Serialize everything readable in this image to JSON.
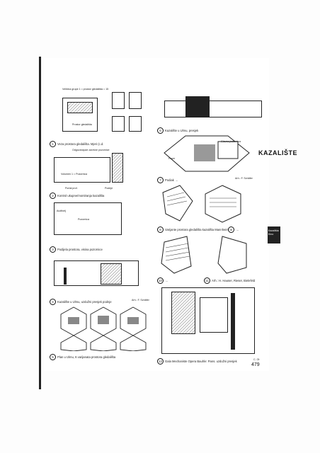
{
  "header": {
    "title": "KAZALIŠTE"
  },
  "side_tab": {
    "line1": "Kazališta",
    "line2": "Kino"
  },
  "page_number": "479",
  "figures": [
    {
      "n": "1",
      "caption": "Veza prostora gledališta. Mjeri (c.d."
    },
    {
      "n": "2",
      "caption": "Kontrol ukupne/montiranja kazališta"
    },
    {
      "n": "3",
      "caption": "Podijela prostora, visina pozornice"
    },
    {
      "n": "4",
      "caption": "Kazalište u Ulmu, uzdužni presjek podnje",
      "credit": "Arh.: F. Schäfer"
    },
    {
      "n": "5",
      "caption": "Plan u Ulmu, 6 varijanata prostora gledališta"
    },
    {
      "n": "6",
      "caption": "Kazalište u Ulmu, presjek"
    },
    {
      "n": "7",
      "caption": "Podiak →",
      "credit": "Arh.: F. Schäfer"
    },
    {
      "n": "8",
      "caption": "Varijante prostora gledališta kazališta Mannheim",
      "suffix": "→"
    },
    {
      "n": "9",
      "caption": "→",
      "credit": ""
    },
    {
      "n": "10",
      "caption": "→"
    },
    {
      "n": "11",
      "caption": "Arh.: H. Hauser, Rieser, Bielefeld"
    },
    {
      "n": "12",
      "caption": "Gala Mechaniste Opera Bauhle: Pans. uzdužni presjek"
    }
  ],
  "labels": {
    "vel": "Veličina grupe 1 = prostor gledališta = 15",
    "gledaliste": "Prostor gledališta",
    "wall": "Odgovarajuće završne pozornice",
    "podij": "Pozornica",
    "voluminous": "Volumen 1 = Pozornica",
    "portal": "Portal prof.",
    "podnj": "Podnje",
    "aud": "Auditorij",
    "pozornica": "Pozornica",
    "foyer": "Foyer",
    "stage_a": "Glavna pozornica",
    "credit_right": "C. Ot"
  }
}
